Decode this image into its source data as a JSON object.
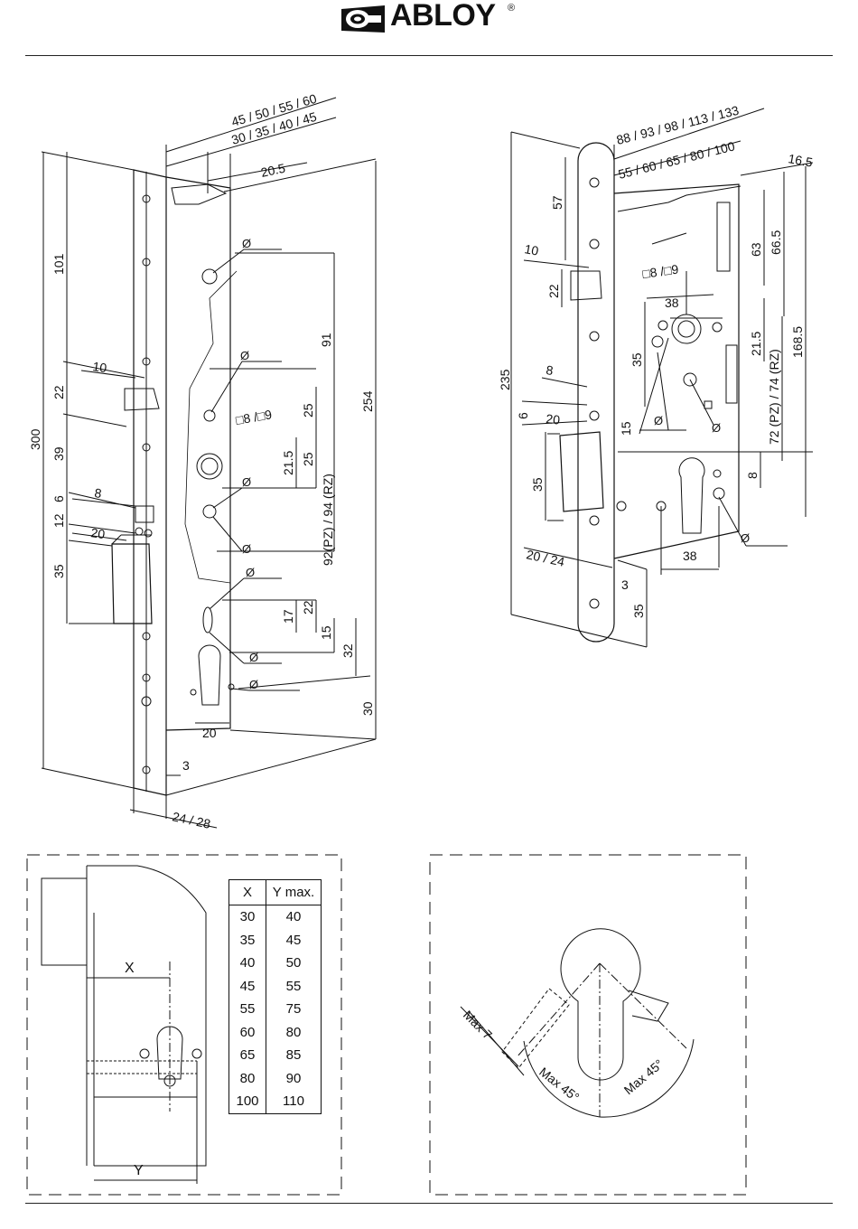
{
  "brand": {
    "name": "ABLOY",
    "mark": "®"
  },
  "front_view": {
    "labels": [
      "45 / 50 / 55 / 60",
      "30 / 35 / 40 / 45",
      "20.5",
      "101",
      "300",
      "22",
      "39",
      "10",
      "6",
      "8",
      "12",
      "20",
      "35",
      "91",
      "254",
      "□8 /□9",
      "25",
      "21.5",
      "25",
      "92(PZ) / 94 (RZ)",
      "22",
      "17",
      "15",
      "32",
      "20",
      "3",
      "30",
      "24 / 28",
      "Ø",
      "Ø",
      "Ø",
      "Ø",
      "Ø",
      "Ø",
      "Ø"
    ]
  },
  "side_view": {
    "labels": [
      "88 / 93 / 98 / 113 / 133",
      "55 / 60 / 65 / 80 / 100",
      "16.5",
      "57",
      "63",
      "66.5",
      "10",
      "22",
      "□8 /□9",
      "38",
      "21.5",
      "168.5",
      "35",
      "235",
      "8",
      "6",
      "15",
      "20",
      "72 (PZ) / 74 (RZ)",
      "35",
      "8",
      "20 / 24",
      "38",
      "3",
      "35",
      "Ø",
      "Ø",
      "Ø"
    ]
  },
  "dimension_table": {
    "headers": [
      "X",
      "Y max."
    ],
    "rows": [
      [
        "30",
        "40"
      ],
      [
        "35",
        "45"
      ],
      [
        "40",
        "50"
      ],
      [
        "45",
        "55"
      ],
      [
        "55",
        "75"
      ],
      [
        "60",
        "80"
      ],
      [
        "65",
        "85"
      ],
      [
        "80",
        "90"
      ],
      [
        "100",
        "110"
      ]
    ],
    "diagram_labels": {
      "x": "X",
      "y": "Y"
    }
  },
  "angle_diagram": {
    "labels": [
      "Max 7",
      "Max 45°",
      "Max 45°"
    ]
  }
}
